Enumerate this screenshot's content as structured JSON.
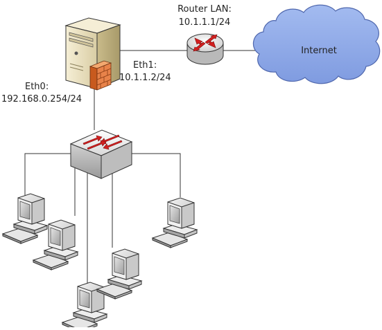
{
  "labels": {
    "router_lan_title": "Router LAN:",
    "router_lan_ip": "10.1.1.1/24",
    "eth1_title": "Eth1:",
    "eth1_ip": "10.1.1.2/24",
    "eth0_title": "Eth0:",
    "eth0_ip": "192.168.0.254/24",
    "internet": "Internet"
  },
  "colors": {
    "cloud_fill": "#8ea9e6",
    "cloud_stroke": "#5b73b8",
    "arrow_red": "#d32020",
    "server_body": "#efe6c4",
    "firewall_brick": "#e8834a",
    "line": "#333333"
  },
  "icons": {
    "server": "server-icon",
    "firewall": "firewall-icon",
    "router": "router-icon",
    "switch": "switch-icon",
    "cloud": "cloud-icon",
    "workstation": "computer-icon"
  }
}
